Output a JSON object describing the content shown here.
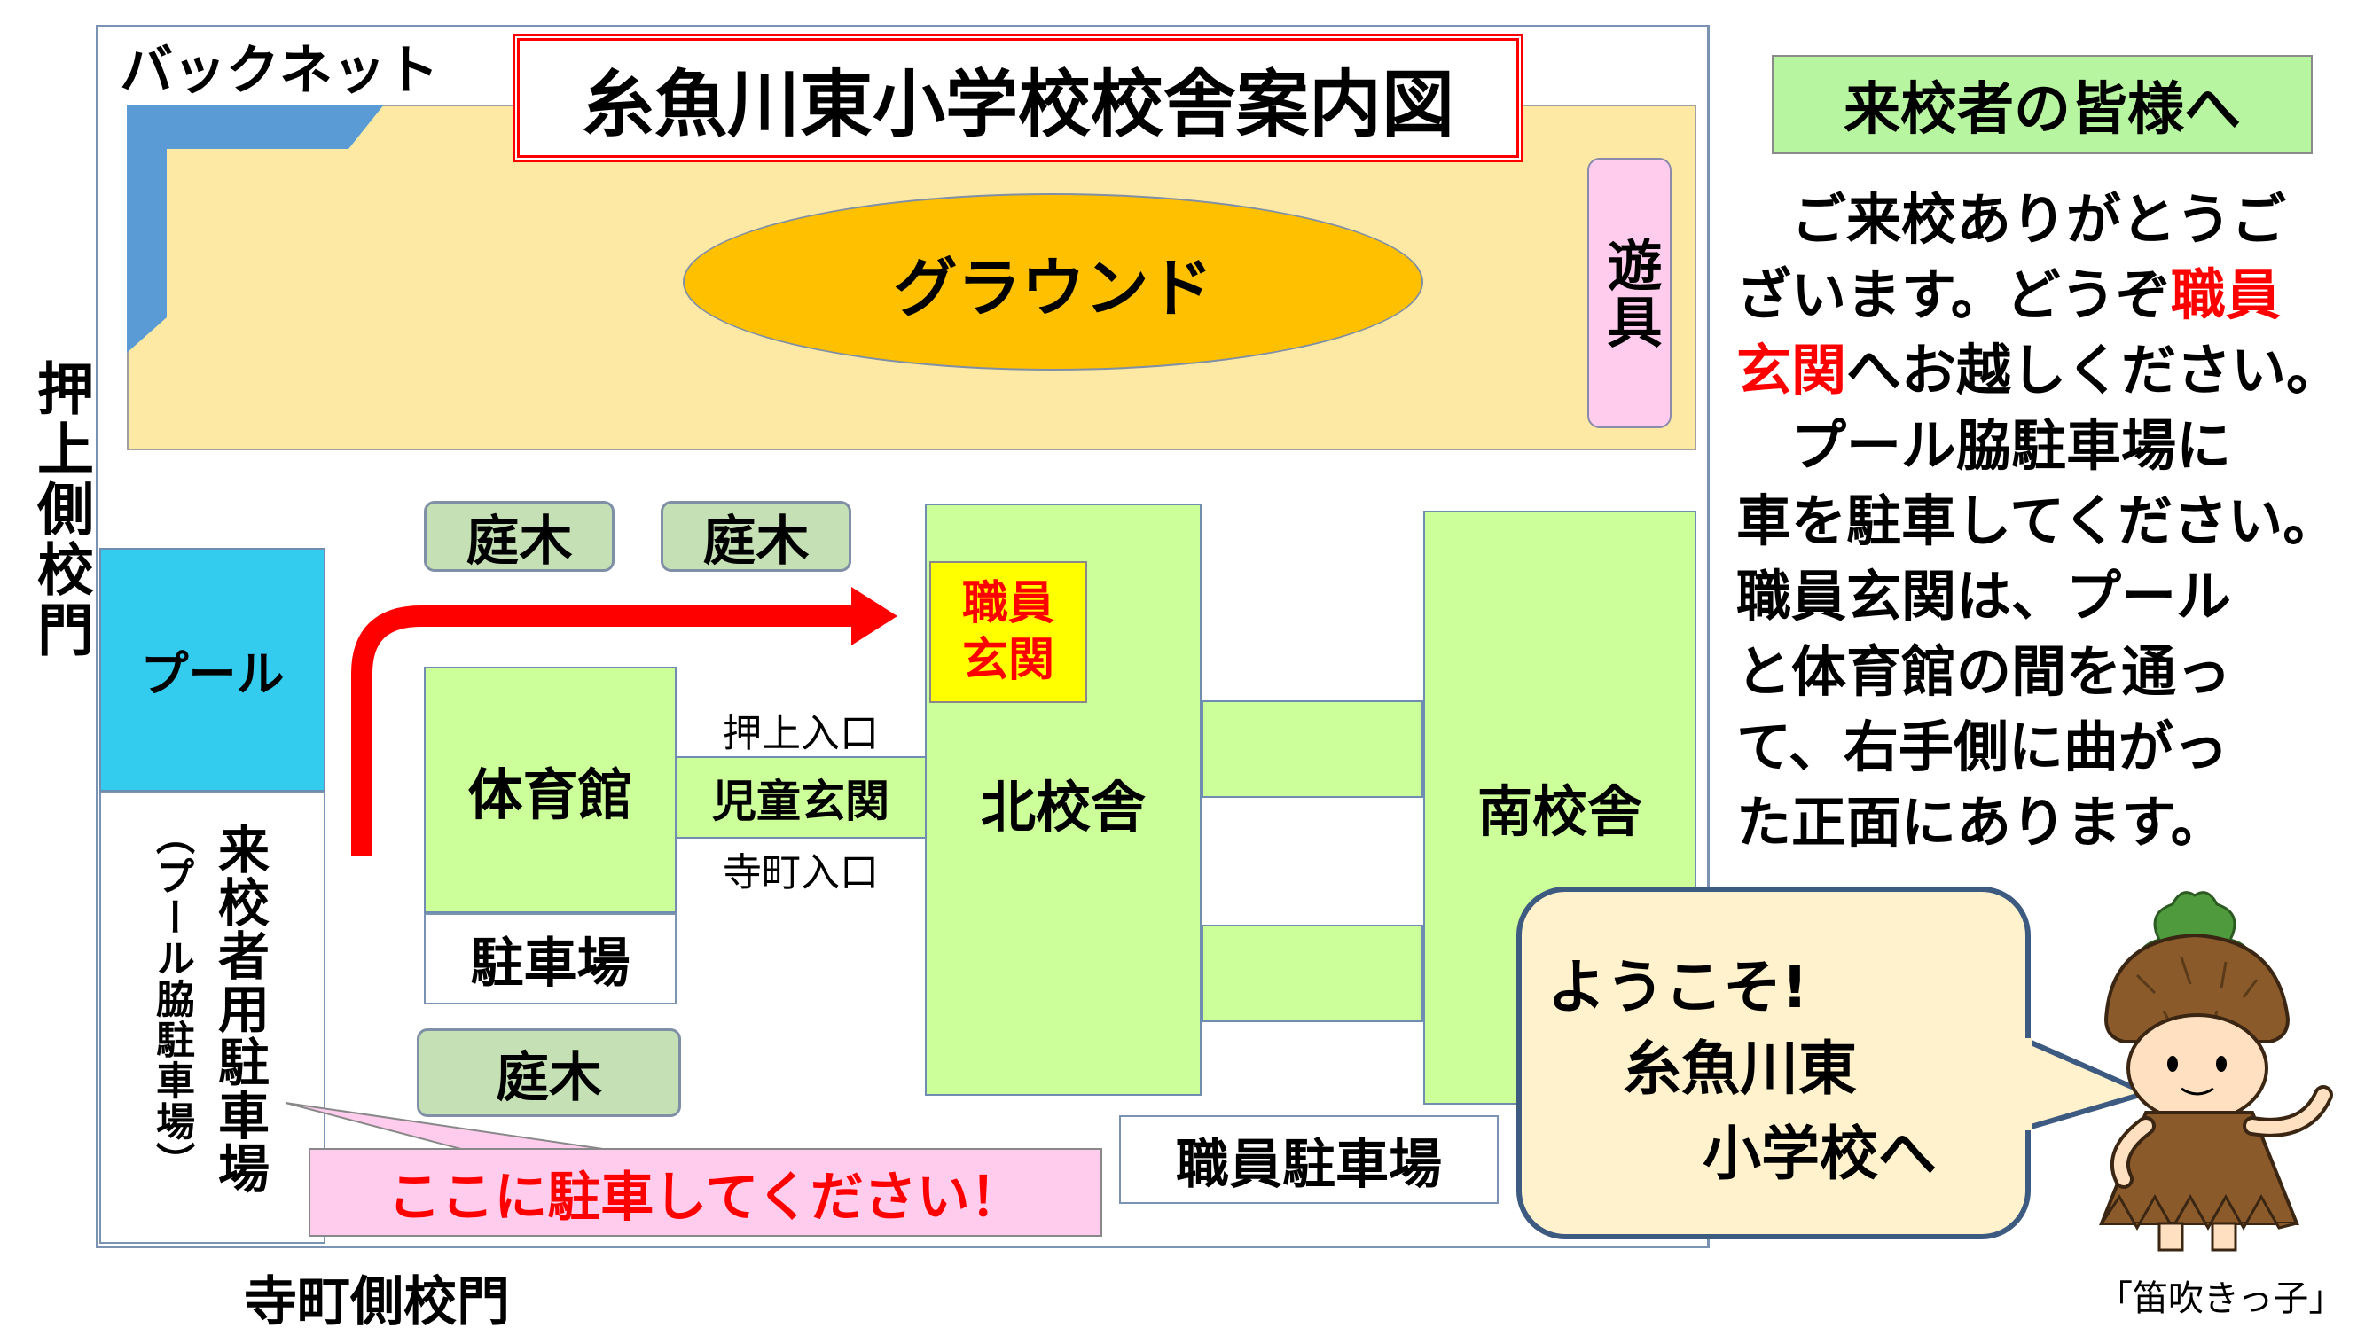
{
  "title": "糸魚川東小学校校舎案内図",
  "backnet": "バックネット",
  "ground": "グラウンド",
  "playground_equipment": "遊具",
  "pool": "プール",
  "gym": "体育館",
  "gym_parking": "駐車場",
  "garden_trees": [
    "庭木",
    "庭木",
    "庭木"
  ],
  "staff_entrance": "職員玄関",
  "north_building": "北校舎",
  "south_building": "南校舎",
  "oshiage_entrance": "押上入口",
  "children_entrance": "児童玄関",
  "teramachi_entrance": "寺町入口",
  "staff_parking": "職員駐車場",
  "visitor_parking": "来校者用駐車場",
  "visitor_parking_sub": "（プール脇駐車場）",
  "park_here": "ここに駐車してください！",
  "oshiage_gate": "押上側校門",
  "teramachi_gate": "寺町側校門",
  "visitors_heading": "来校者の皆様へ",
  "message": {
    "p1_a": "　ご来校ありがとうご",
    "p1_b": "ざいます。どうぞ",
    "p1_c": "職員",
    "p1_d": "玄関",
    "p1_e": "へお越しください。",
    "p2_1": "　プール脇駐車場に",
    "p2_2": "車を駐車してください。",
    "p2_3": "職員玄関は、プール",
    "p2_4": "と体育館の間を通っ",
    "p2_5": "て、右手側に曲がっ",
    "p2_6": "た正面にあります。"
  },
  "welcome": {
    "line1": "ようこそ!",
    "line2": "糸魚川東",
    "line3": "小学校へ"
  },
  "mascot_caption": "「笛吹きっ子」",
  "colors": {
    "title_border": "#ff0000",
    "ground_field": "#fde9a4",
    "ground_oval": "#ffc000",
    "pool": "#33ccee",
    "building": "#ccff99",
    "tree": "#c5e0b4",
    "staff_entrance": "#ffff00",
    "arrow": "#ff0000",
    "callout": "#ffccee",
    "heading_box": "#b7f5a0",
    "speech_bubble": "#fff2cc"
  }
}
